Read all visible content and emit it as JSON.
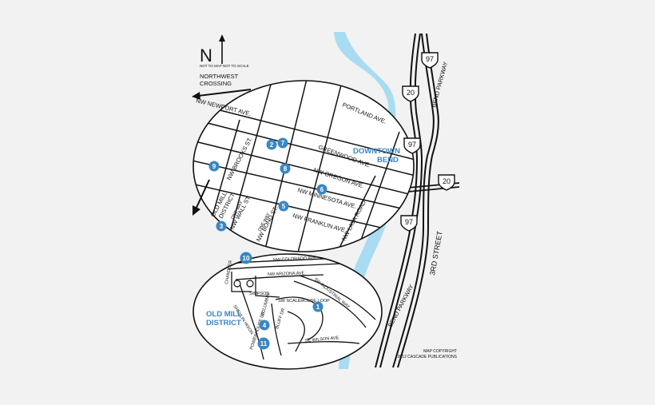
{
  "header": {
    "north_letter": "N",
    "scale_note": "NOT TO MAP NOT TO SCALE",
    "neighborhood_line1": "NORTHWEST",
    "neighborhood_line2": "CROSSING"
  },
  "districts": {
    "downtown_line1": "DOWNTOWN",
    "downtown_line2": "BEND",
    "old_mill_line1": "OLD MILL",
    "old_mill_line2": "DISTRICT",
    "old_mill_sign_line1": "OLD MILL",
    "old_mill_sign_line2": "DISTRICT"
  },
  "streets": {
    "newport": "NW NEWPORT AVE.",
    "portland": "PORTLAND AVE.",
    "greenwood": "GREENWOOD AVE.",
    "oregon": "NW OREGON AVE.",
    "minnesota": "NW MINNESOTA AVE.",
    "franklin": "NW FRANKLIN AVE.",
    "lava": "NW LAVA ROAD",
    "brooks": "NW BROOKS ST.",
    "wall": "NW WALL ST.",
    "bond": "NW BOND ST.",
    "colorado": "NW COLORADO AVE.",
    "arizona": "NW ARIZONA AVE.",
    "industrial": "SW INDUSTRIAL WAY",
    "scalehouse": "SW SCALEHOUSE LOOP",
    "powerhouse": "POWERHOUSE DR.",
    "bluff": "BLUFF DR.",
    "wilson": "SE WILSON AVE.",
    "chandler": "CHANDLER",
    "shevlin": "SHEVLIN HIXON",
    "simpson": "SIMPSON",
    "columbia": "COLUMBIA",
    "bend_pkwy_upper": "BEND PARKWAY",
    "bend_pkwy_lower": "BEND PARKWAY",
    "third_st": "3RD STREET",
    "one_way": "ONE WAY"
  },
  "highways": [
    "97",
    "20",
    "97",
    "20",
    "97"
  ],
  "markers": [
    "1",
    "2",
    "3",
    "4",
    "5",
    "6",
    "7",
    "8",
    "9",
    "10",
    "11"
  ],
  "footer": {
    "copyright_line1": "MAP COPYRIGHT",
    "copyright_line2": "2012 CASCADE PUBLICATIONS"
  },
  "colors": {
    "river": "#a9dcf2",
    "marker": "#3a86c3",
    "district_label": "#3a86c3",
    "ink": "#111111",
    "map_fill": "#ffffff",
    "background": "#f2f2f2"
  },
  "icons": {
    "north_arrow": "north-arrow-icon",
    "direction_arrows": "arrow-icon",
    "highway_shields": "highway-shield-icon",
    "markers": "location-marker-icon",
    "roundabouts": "roundabout-icon"
  }
}
